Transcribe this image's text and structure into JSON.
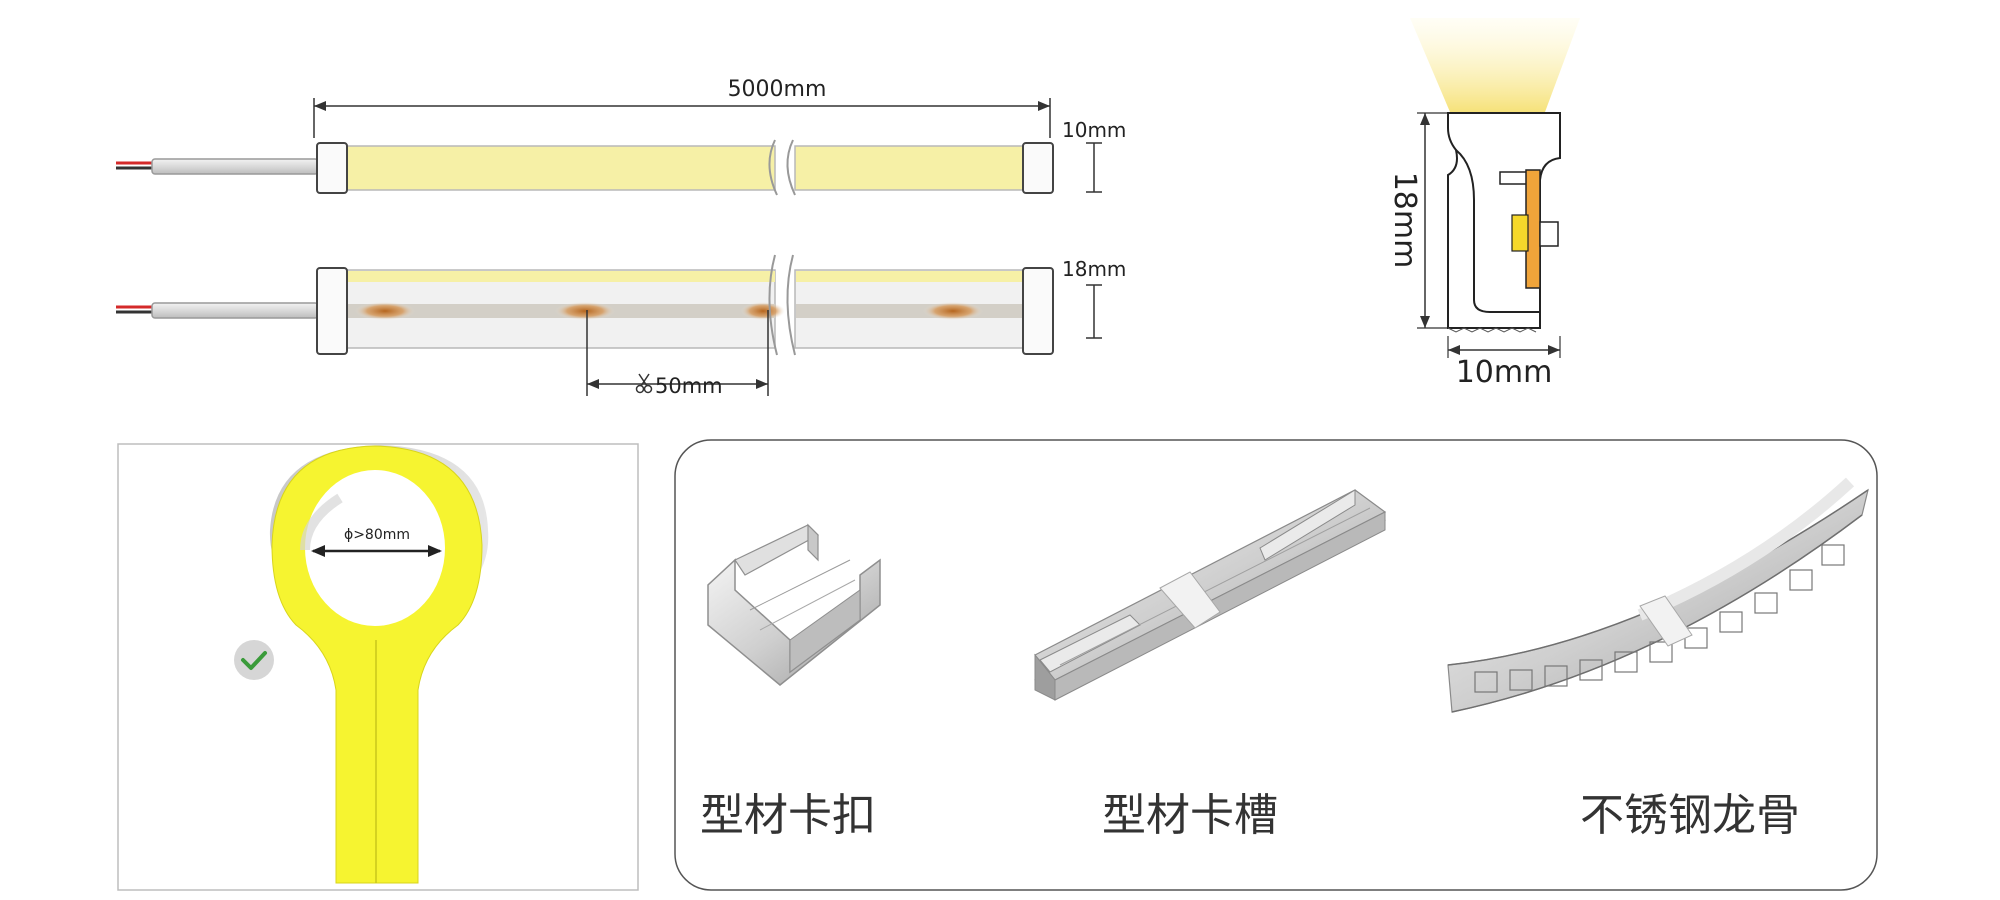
{
  "drawing": {
    "length_label": "5000mm",
    "top_strip_height_label": "10mm",
    "bottom_strip_height_label": "18mm",
    "cut_spacing_label": "50mm"
  },
  "cross_section": {
    "height_label": "18mm",
    "width_label": "10mm"
  },
  "bend_panel": {
    "diameter_label": "ϕ>80mm"
  },
  "accessories": [
    {
      "label": "型材卡扣"
    },
    {
      "label": "型材卡槽"
    },
    {
      "label": "不锈钢龙骨"
    }
  ],
  "colors": {
    "light_yellow": "#f6f0a6",
    "neon_yellow": "#f6f430",
    "amber_led": "#c47a2e",
    "check_green": "#3a9b3a"
  }
}
